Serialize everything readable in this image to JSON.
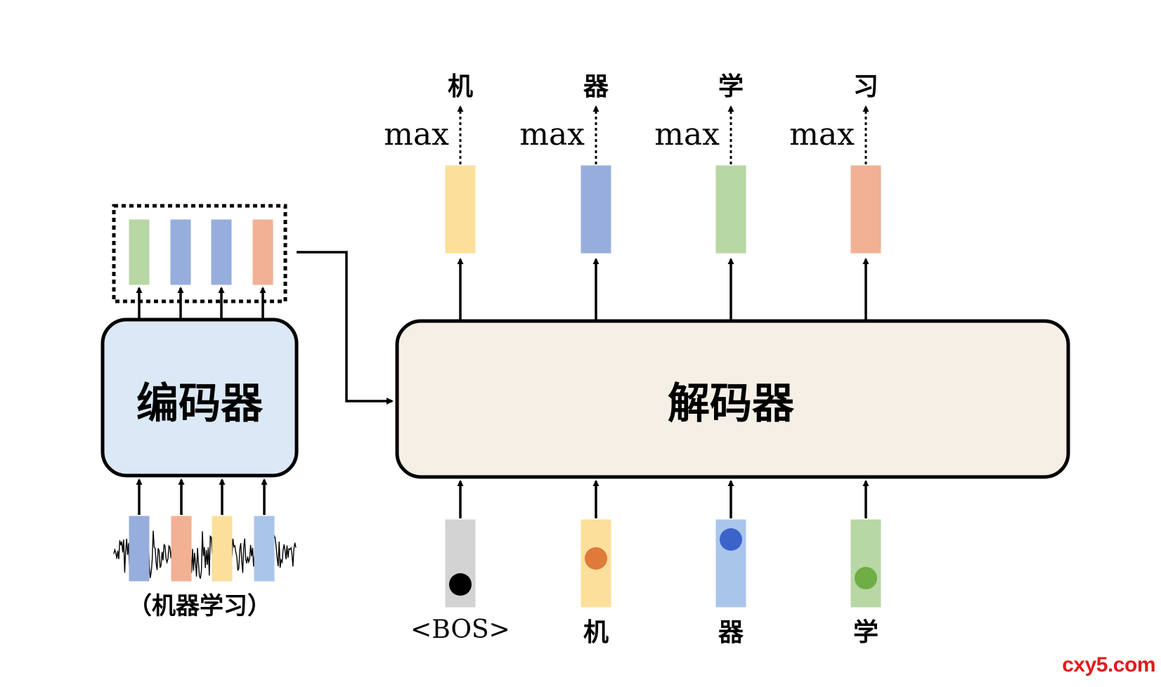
{
  "encoder": {
    "label": "编码器"
  },
  "decoder": {
    "label": "解码器"
  },
  "encoder_input_text": "（机器学习）",
  "encoder_output_colors": [
    "green",
    "blue",
    "blue",
    "orange"
  ],
  "encoder_input_colors": [
    "blue",
    "orange",
    "yellow",
    "lightblue"
  ],
  "decoder_outputs": [
    {
      "token": "机",
      "op": "max",
      "color": "yellow"
    },
    {
      "token": "器",
      "op": "max",
      "color": "blue"
    },
    {
      "token": "学",
      "op": "max",
      "color": "green"
    },
    {
      "token": "习",
      "op": "max",
      "color": "orange"
    }
  ],
  "decoder_inputs": [
    {
      "token": "<BOS>",
      "color": "gray",
      "dot": "black"
    },
    {
      "token": "机",
      "color": "yellow",
      "dot": "orange"
    },
    {
      "token": "器",
      "color": "lightblue",
      "dot": "blue"
    },
    {
      "token": "学",
      "color": "green",
      "dot": "green"
    }
  ],
  "colors": {
    "green": "#b7d7a4",
    "blue": "#97aedd",
    "orange": "#f2b094",
    "yellow": "#fbdf9a",
    "lightblue": "#a9c5ea",
    "gray": "#d3d3d3",
    "encoder_fill": "#dbe8f5",
    "decoder_fill": "#f6efe6"
  },
  "dot_colors": {
    "black": "#000000",
    "orange": "#e07a3a",
    "blue": "#3b63c9",
    "green": "#6fad45"
  },
  "watermark": "cxy5.com"
}
